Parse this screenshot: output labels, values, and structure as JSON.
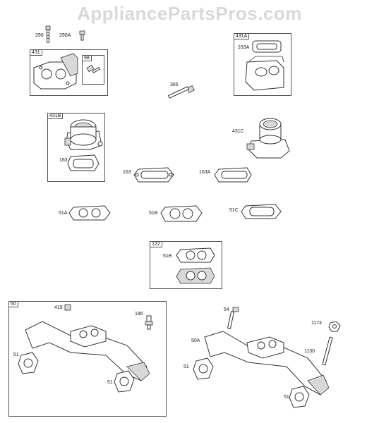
{
  "watermark": "AppliancePartsPros.com",
  "parts": {
    "p290": "290",
    "p290a": "290A",
    "p431": "431",
    "p98": "98",
    "p431a": "431A",
    "p163a_box": "163A",
    "p365": "365",
    "p431b": "431B",
    "p163_box": "163",
    "p431c": "431C",
    "p163": "163",
    "p163a": "163A",
    "p51a": "51A",
    "p51b": "51B",
    "p51c": "51C",
    "p122": "122",
    "p51b_box": "51B",
    "p50": "50",
    "p415": "415",
    "p186": "186",
    "p51_l1": "51",
    "p51_l2": "51",
    "p54": "54",
    "p1174": "1174",
    "p50a": "50A",
    "p1130": "1130",
    "p51_r1": "51",
    "p51_r2": "51"
  }
}
